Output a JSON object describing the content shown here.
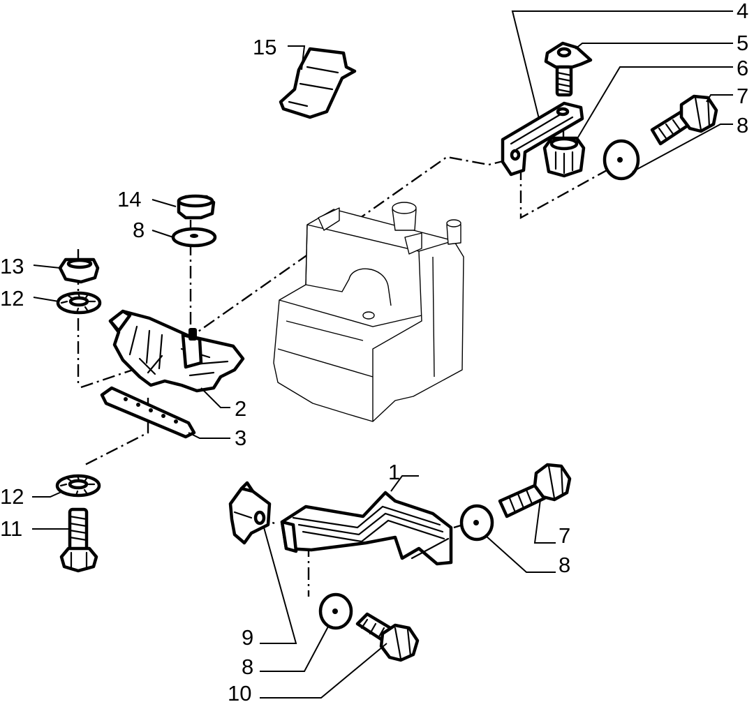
{
  "callouts": {
    "c1": "1",
    "c2": "2",
    "c3": "3",
    "c4": "4",
    "c5": "5",
    "c6": "6",
    "c7a": "7",
    "c8a": "8",
    "c14": "14",
    "c8b": "8",
    "c13": "13",
    "c12a": "12",
    "c15": "15",
    "c12b": "12",
    "c11": "11",
    "c7b": "7",
    "c8c": "8",
    "c9": "9",
    "c8d": "8",
    "c10": "10"
  }
}
